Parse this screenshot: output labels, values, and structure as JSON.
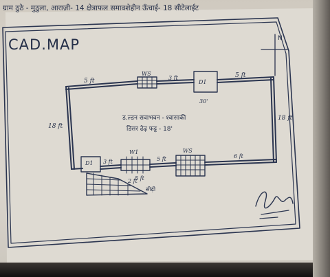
{
  "header_text": "ग्राम ठुठे - मुठुला, आराज़ी- 14  क्षेत्राफल समावशेहीन ऊँचाई- 18 सीटेलाईट",
  "title": "CAD.MAP",
  "compass": {
    "north_label": "N"
  },
  "dimensions": {
    "top_left": "5 ft",
    "top_mid": "3 ft",
    "top_right": "5 ft",
    "left_side": "18 ft",
    "right_side": "18 ft",
    "bottom_mid1": "5 ft",
    "bottom_mid2": "5 ft",
    "bottom_right": "6 ft",
    "bottom_left": "3 ft",
    "stair_width": "2 ft",
    "door_gap": "30'"
  },
  "labels": {
    "window_top": "WS",
    "door_top": "D1",
    "door_bottom": "D1",
    "window_bottom1": "W1",
    "window_bottom2": "WS",
    "stair_note": "सीढ़ी"
  },
  "room_note": {
    "line1": "ड.ल्डन  सवाभवन - श्वासाकी",
    "line2": "डिसर ढेढ़ फट्ट - 18'"
  },
  "signature": "Signature"
}
